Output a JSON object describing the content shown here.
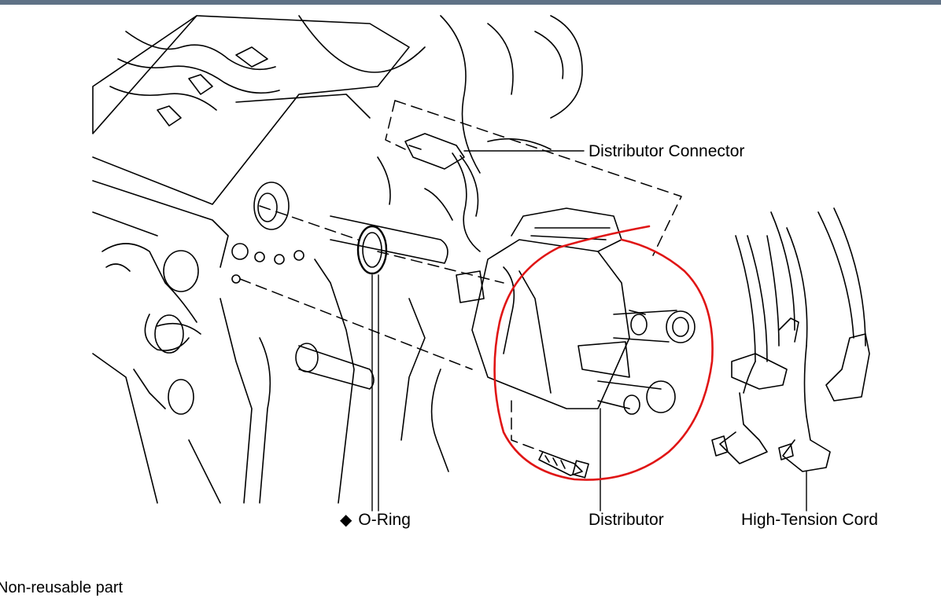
{
  "labels": {
    "distributor_connector": "Distributor Connector",
    "o_ring": "O-Ring",
    "o_ring_marker": "◆",
    "distributor": "Distributor",
    "high_tension_cord": "High-Tension Cord"
  },
  "footnote": "Non-reusable part",
  "colors": {
    "title_bar": "#5f7286",
    "highlight_circle": "#e01515",
    "line_art": "#000000"
  }
}
